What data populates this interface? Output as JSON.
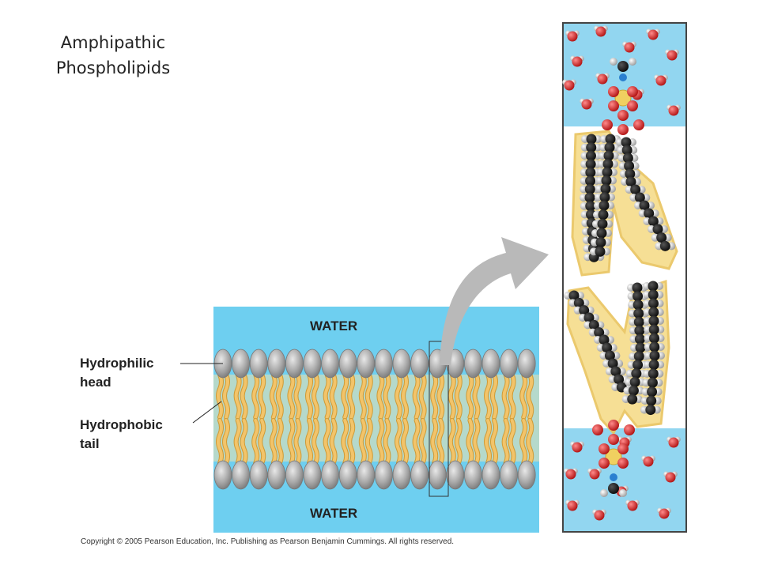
{
  "title": {
    "line1": "Amphipathic",
    "line2": "Phospholipids"
  },
  "labels": {
    "head": [
      "Hydrophilic",
      "head"
    ],
    "tail": [
      "Hydrophobic",
      "tail"
    ],
    "water_top": "WATER",
    "water_bottom": "WATER"
  },
  "copyright": "Copyright © 2005 Pearson Education, Inc. Publishing as Pearson Benjamin Cummings. All rights reserved.",
  "colors": {
    "water": "#6ecff0",
    "head": "#a8a8a8",
    "tail": "#f2c46a",
    "tail_stroke": "#d09a35",
    "arrow": "#b9b9b9",
    "oxygen": "#e02020",
    "phosphorus": "#f0d060",
    "carbon": "#1e1e1e",
    "hydrogen": "#d8d8d8"
  }
}
